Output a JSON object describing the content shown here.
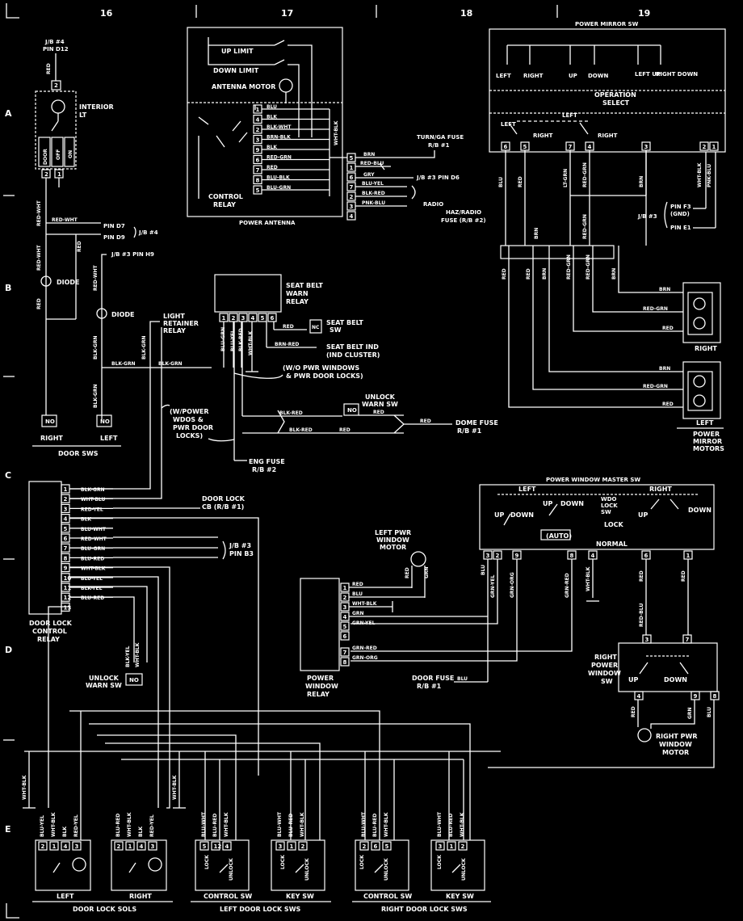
{
  "grid": {
    "columns": [
      "16",
      "17",
      "18",
      "19"
    ],
    "rows": [
      "A",
      "B",
      "C",
      "D",
      "E"
    ]
  },
  "interior_lt": {
    "source_top": "J/B #4",
    "source_pin": "PIN D12",
    "pin_top": "2",
    "label": "INTERIOR",
    "label2": "LT",
    "sw_door": "DOOR",
    "sw_off": "OFF",
    "sw_on": "ON",
    "pin_bl": "2",
    "pin_br": "1"
  },
  "door_sws": {
    "pin_d7": "PIN D7",
    "pin_d9": "PIN D9",
    "jb4": "J/B #4",
    "jb3_h9": "J/B #3 PIN H9",
    "diode": "DIODE",
    "light_retainer_relay": "LIGHT RETAINER RELAY",
    "no": "NO",
    "right": "RIGHT",
    "left": "LEFT",
    "title": "DOOR SWS"
  },
  "power_antenna": {
    "up_limit": "UP LIMIT",
    "down_limit": "DOWN LIMIT",
    "motor": "ANTENNA MOTOR",
    "control_relay": "CONTROL RELAY",
    "title": "POWER ANTENNA",
    "pins": [
      "1",
      "4",
      "2",
      "3",
      "9",
      "6",
      "7",
      "8",
      "5"
    ],
    "conn_pins": [
      "5",
      "1",
      "6",
      "7",
      "2",
      "3",
      "4"
    ],
    "wires": [
      "BLU",
      "BLK",
      "BLK-WHT",
      "BRN-BLK",
      "BLK",
      "RED-GRN",
      "RED",
      "BLU-BLK",
      "BLU-GRN"
    ],
    "out_wires": [
      "BRN",
      "RED-BLU",
      "GRY",
      "BLU-YEL",
      "BLK-RED",
      "PNK-BLU"
    ],
    "turn_ga_fuse": "TURN/GA FUSE",
    "rb1": "R/B #1",
    "jb3_d6": "J/B #3 PIN D6",
    "radio": "RADIO",
    "haz_radio": "HAZ/RADIO",
    "fuse_rb2": "FUSE (R/B #2)",
    "wht_blk": "WHT-BLK"
  },
  "seat_belt": {
    "relay": "SEAT BELT WARN RELAY",
    "pins": [
      "1",
      "2",
      "3",
      "4",
      "5",
      "6"
    ],
    "wires": [
      "BLU-GRN",
      "BLU-YEL",
      "BLK-RED",
      "WHT-BLK"
    ],
    "red": "RED",
    "nc": "NC",
    "seat_belt_sw": "SEAT BELT SW",
    "brn_red": "BRN-RED",
    "ind": "SEAT BELT IND",
    "ind2": "(IND CLUSTER)",
    "wo_pwr": "(W/O PWR WINDOWS",
    "wo_pwr2": "& PWR DOOR LOCKS)",
    "w_power": "(W/POWER",
    "w_power2": "WDOS &",
    "w_power3": "PWR DOOR",
    "w_power4": "LOCKS)",
    "unlock_warn_sw": "UNLOCK WARN SW",
    "no": "NO",
    "blk_red": "BLK-RED",
    "red2": "RED",
    "dome_fuse": "DOME FUSE",
    "rb1": "R/B #1",
    "eng_fuse": "ENG FUSE",
    "rb2": "R/B #2",
    "blk_grn": "BLK-GRN"
  },
  "power_mirror": {
    "title": "POWER MIRROR SW",
    "left": "LEFT",
    "right": "RIGHT",
    "up": "UP",
    "down": "DOWN",
    "left_up": "LEFT UP",
    "right_down": "RIGHT DOWN",
    "operation_select": "OPERATION SELECT",
    "pins": [
      "6",
      "5",
      "7",
      "4",
      "3",
      "2",
      "1"
    ],
    "wires": [
      "BLU",
      "RED",
      "LT-GRN",
      "RED-GRN",
      "BRN",
      "WHT-BLK",
      "PNK-BLU"
    ],
    "pin_f3": "PIN F3 (GND)",
    "pin_e1": "PIN E1",
    "jb3": "J/B #3",
    "motors": "POWER MIRROR MOTORS",
    "motor_right": "RIGHT",
    "motor_left": "LEFT",
    "motor_wires": [
      "BRN",
      "RED-GRN",
      "RED"
    ]
  },
  "door_lock_relay": {
    "title": "DOOR LOCK CONTROL RELAY",
    "pins": [
      "1",
      "2",
      "3",
      "4",
      "5",
      "6",
      "7",
      "8",
      "9",
      "10",
      "11",
      "12",
      "13"
    ],
    "wires": [
      "BLK-GRN",
      "WHT-BLU",
      "RED-YEL",
      "BLK",
      "BLU-WHT",
      "RED-WHT",
      "BLU-GRN",
      "BLU-RED",
      "WHT-BLK",
      "BLU-YEL",
      "BLK-YEL",
      "BLU-RED"
    ],
    "door_lock_cb": "DOOR LOCK",
    "door_lock_cb2": "CB (R/B #1)",
    "jb3": "J/B #3",
    "pin_b3": "PIN B3",
    "unlock_warn_sw": "UNLOCK WARN SW",
    "no": "NO"
  },
  "power_window": {
    "master_title": "POWER WINDOW MASTER SW",
    "left": "LEFT",
    "right": "RIGHT",
    "up": "UP",
    "down": "DOWN",
    "auto": "(AUTO)",
    "wdo_lock_sw": "WDO LOCK SW",
    "lock": "LOCK",
    "normal": "NORMAL",
    "master_pins": [
      "3",
      "2",
      "9",
      "8",
      "4",
      "6",
      "1"
    ],
    "master_wires": [
      "BLU",
      "GRN-YEL",
      "GRN-ORG",
      "GRN-RED",
      "WHT-BLK",
      "RED-BLU",
      "RED"
    ],
    "left_motor": "LEFT PWR WINDOW MOTOR",
    "relay": "POWER WINDOW RELAY",
    "relay_pins": [
      "1",
      "2",
      "3",
      "4",
      "5",
      "6"
    ],
    "relay_wires": [
      "RED",
      "BLU",
      "WHT-BLK",
      "GRN",
      "GRN-YEL",
      "GRN-RED",
      "GRN-ORG"
    ],
    "door_fuse": "DOOR FUSE",
    "rb1": "R/B #1",
    "blu": "BLU",
    "right_sw": "RIGHT POWER WINDOW SW",
    "right_sw_pins": [
      "3",
      "7",
      "4",
      "9",
      "8"
    ],
    "right_motor": "RIGHT PWR WINDOW MOTOR",
    "grn": "GRN",
    "red": "RED"
  },
  "door_locks": {
    "sols_title": "DOOR LOCK SOLS",
    "left": "LEFT",
    "right": "RIGHT",
    "control_sw": "CONTROL SW",
    "key_sw": "KEY SW",
    "left_title": "LEFT DOOR LOCK SWS",
    "right_title": "RIGHT DOOR LOCK SWS",
    "lock": "LOCK",
    "unlock": "UNLOCK",
    "sol_pins": [
      "2",
      "1",
      "4",
      "3"
    ],
    "left_ctrl_pins": [
      "5",
      "12",
      "4"
    ],
    "left_key_pins": [
      "3",
      "1",
      "2"
    ],
    "right_ctrl_pins": [
      "2",
      "6",
      "5"
    ],
    "right_key_pins": [
      "3",
      "1",
      "2"
    ],
    "wires_left_sol": [
      "BLU-YEL",
      "WHT-BLK",
      "BLK",
      "RED-YEL"
    ],
    "wires_right_sol": [
      "BLU-RED",
      "WHT-BLK",
      "BLK",
      "RED-YEL"
    ],
    "wires_ctrl": [
      "BLU-WHT",
      "BLU-RED",
      "WHT-BLK"
    ],
    "wht_blk": "WHT-BLK"
  }
}
